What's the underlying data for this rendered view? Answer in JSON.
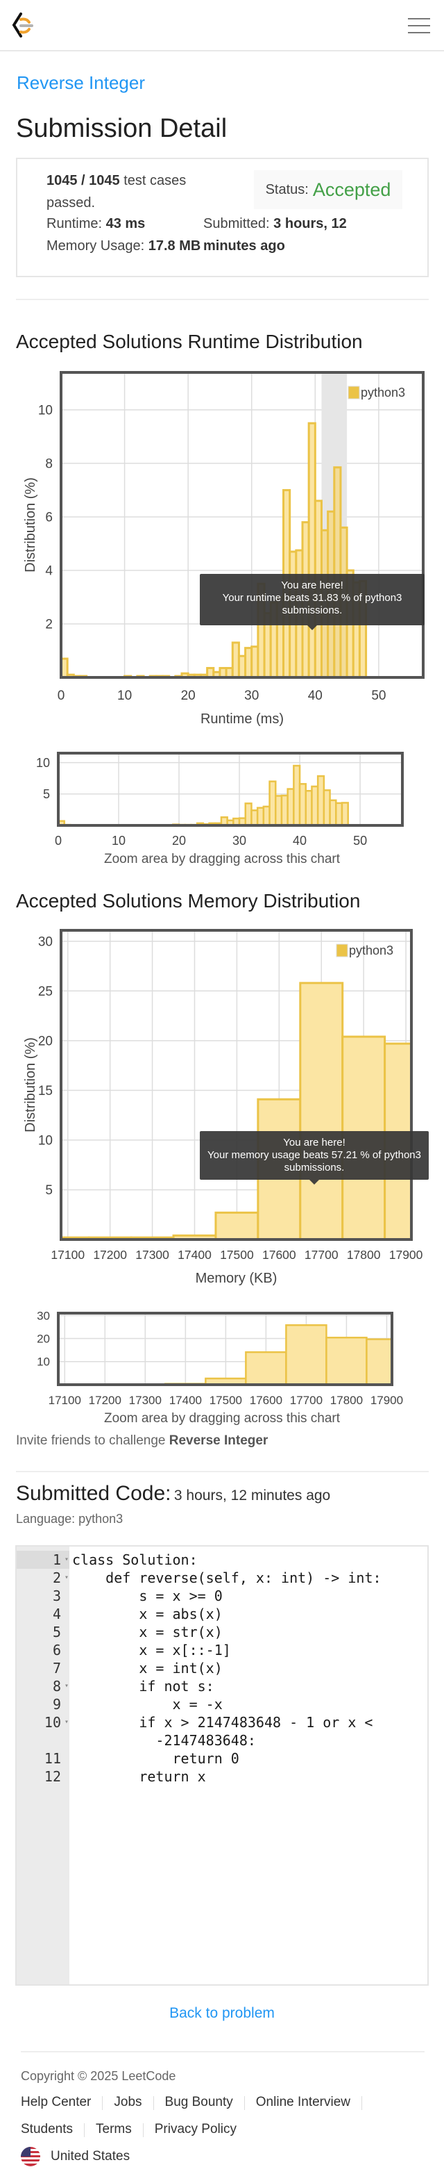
{
  "header": {
    "logo": "LeetCode",
    "menu_icon": "hamburger-icon"
  },
  "problem_title": "Reverse Integer",
  "page_title": "Submission Detail",
  "detail": {
    "passed": "1045 / 1045",
    "passed_suffix": "test cases passed.",
    "runtime_label": "Runtime:",
    "runtime_value": "43 ms",
    "memory_label": "Memory Usage:",
    "memory_value": "17.8 MB",
    "status_label": "Status:",
    "status_value": "Accepted",
    "submitted_label": "Submitted:",
    "submitted_value": "3 hours, 12 minutes ago"
  },
  "colors": {
    "accent": "#2196f3",
    "accepted": "#43a047",
    "bar_fill": "#fbe5a3",
    "bar_stroke": "#ebc347"
  },
  "chart_data": [
    {
      "type": "bar",
      "title": "Accepted Solutions Runtime Distribution",
      "xlabel": "Runtime (ms)",
      "ylabel": "Distribution (%)",
      "legend": "python3",
      "legend_position": "top-right",
      "bin_start": 0,
      "bin_width": 1,
      "values": [
        0.7,
        0.1,
        0.05,
        0.05,
        0,
        0,
        0,
        0,
        0,
        0,
        0.05,
        0,
        0.05,
        0,
        0.05,
        0.05,
        0.05,
        0,
        0.05,
        0.15,
        0.1,
        0.1,
        0.1,
        0.35,
        0.2,
        0.35,
        0.35,
        1.3,
        0.8,
        1.1,
        1.15,
        3.5,
        2.4,
        2.8,
        3.0,
        7.0,
        4.7,
        4.75,
        5.8,
        9.5,
        6.6,
        5.5,
        6.2,
        7.85,
        5.6,
        4.0,
        3.55,
        3.6
      ],
      "xlim": [
        0,
        57
      ],
      "ylim": [
        0,
        11.4
      ],
      "xticks": [
        "0",
        "10",
        "20",
        "30",
        "40",
        "50"
      ],
      "yticks": [
        "2",
        "4",
        "6",
        "8",
        "10"
      ],
      "highlight_range": [
        41,
        45
      ],
      "grid": true,
      "tooltip_line1": "You are here!",
      "tooltip_line2": "Your runtime beats 31.83 % of python3 submissions.",
      "mini_yticks": [
        "5",
        "10"
      ],
      "mini_ylim": [
        0,
        11.5
      ],
      "mini_caption": "Zoom area by dragging across this chart"
    },
    {
      "type": "bar",
      "title": "Accepted Solutions Memory Distribution",
      "xlabel": "Memory (KB)",
      "ylabel": "Distribution (%)",
      "legend": "python3",
      "legend_position": "top-right",
      "bin_centers": [
        17100,
        17200,
        17300,
        17400,
        17500,
        17600,
        17700,
        17800,
        17900
      ],
      "bin_width": 100,
      "values": [
        0.2,
        0.2,
        0.2,
        0.4,
        2.7,
        14.1,
        25.8,
        20.4,
        19.7
      ],
      "xlim": [
        17084,
        17913
      ],
      "ylim": [
        0,
        31.1
      ],
      "xticks": [
        "17100",
        "17200",
        "17300",
        "17400",
        "17500",
        "17600",
        "17700",
        "17800",
        "17900"
      ],
      "yticks": [
        "5",
        "10",
        "15",
        "20",
        "25",
        "30"
      ],
      "grid": true,
      "tooltip_line1": "You are here!",
      "tooltip_line2": "Your memory usage beats 57.21 % of python3 submissions.",
      "mini_yticks": [
        "10",
        "20",
        "30"
      ],
      "mini_ylim": [
        0,
        31
      ],
      "mini_caption": "Zoom area by dragging across this chart"
    }
  ],
  "invite": {
    "text": "Invite friends to challenge",
    "problem": "Reverse Integer"
  },
  "submitted_code": {
    "label": "Submitted Code:",
    "time": "3 hours, 12 minutes ago",
    "language": "Language: python3",
    "lines": [
      "class Solution:",
      "    def reverse(self, x: int) -> int:",
      "        s = x >= 0",
      "        x = abs(x)",
      "        x = str(x)",
      "        x = x[::-1]",
      "        x = int(x)",
      "        if not s:",
      "            x = -x",
      "        if x > 2147483648 - 1 or x <\n          -2147483648:",
      "            return 0",
      "        return x"
    ],
    "fold_lines": [
      1,
      2,
      8,
      10
    ]
  },
  "back_link": "Back to problem",
  "footer": {
    "copyright": "Copyright © 2025 LeetCode",
    "links_row1": [
      "Help Center",
      "Jobs",
      "Bug Bounty",
      "Online Interview"
    ],
    "links_row2": [
      "Students",
      "Terms",
      "Privacy Policy"
    ],
    "region": "United States"
  }
}
